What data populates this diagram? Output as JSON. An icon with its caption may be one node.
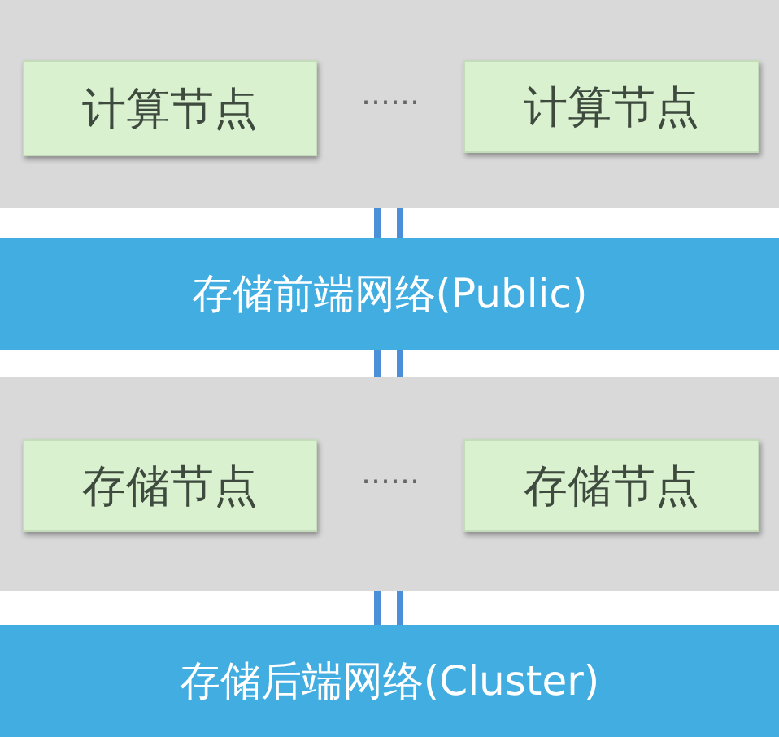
{
  "diagram": {
    "nodes": [
      {
        "text": [],
        "shape": "box"
      },
      {
        "text": [
          "计算节点"
        ],
        "in": 0
      },
      {
        "text": [
          "计算节点"
        ],
        "in": 0
      },
      {
        "text": [
          "存储前端网络(Public)"
        ]
      },
      {
        "text": [],
        "shape": "box"
      },
      {
        "text": [
          "存储节点"
        ],
        "in": 4
      },
      {
        "text": [
          "存储节点"
        ],
        "in": 4
      },
      {
        "text": [
          "存储后端网络(Cluster)"
        ]
      }
    ],
    "edges": [
      {
        "from": 0,
        "to": 3,
        "arrow": "none"
      },
      {
        "from": 0,
        "to": 3,
        "arrow": "none"
      },
      {
        "from": 3,
        "to": 4,
        "arrow": "none"
      },
      {
        "from": 3,
        "to": 4,
        "arrow": "none"
      },
      {
        "from": 4,
        "to": 7,
        "arrow": "none"
      },
      {
        "from": 4,
        "to": 7,
        "arrow": "none"
      }
    ],
    "labels": [
      "……",
      "……"
    ]
  }
}
